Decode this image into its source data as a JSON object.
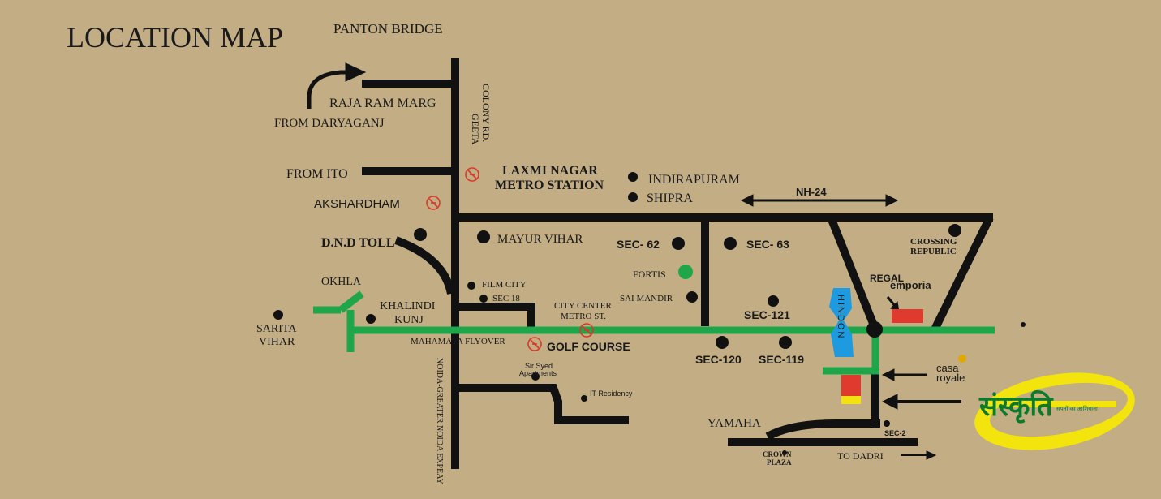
{
  "title": "LOCATION MAP",
  "labels": {
    "panton_bridge": "PANTON BRIDGE",
    "raja_ram_marg": "RAJA RAM MARG",
    "from_daryaganj": "FROM DARYAGANJ",
    "geeta_colony_1": "GEETA",
    "geeta_colony_2": "COLONY RD.",
    "from_ito": "FROM ITO",
    "laxmi_nagar_1": "LAXMI NAGAR",
    "laxmi_nagar_2": "METRO STATION",
    "indirapuram": "INDIRAPURAM",
    "shipra": "SHIPRA",
    "nh24": "NH-24",
    "akshardham": "AKSHARDHAM",
    "dnd_toll": "D.N.D TOLL",
    "mayur_vihar": "MAYUR VIHAR",
    "sec62": "SEC- 62",
    "sec63": "SEC- 63",
    "crossing_republic_1": "CROSSING",
    "crossing_republic_2": "REPUBLIC",
    "fortis": "FORTIS",
    "regal": "REGAL",
    "emporia": "emporia",
    "okhla": "OKHLA",
    "film_city": "FILM CITY",
    "sec18": "SEC 18",
    "sai_mandir": "SAI MANDIR",
    "khalindi_kunj_1": "KHALINDI",
    "khalindi_kunj_2": "KUNJ",
    "city_center_1": "CITY CENTER",
    "city_center_2": "METRO ST.",
    "sec121": "SEC-121",
    "hindon": "HINDON",
    "sarita_vihar_1": "SARITA",
    "sarita_vihar_2": "VIHAR",
    "mahamaya": "MAHAMAYA FLYOVER",
    "golf_course": "GOLF COURSE",
    "sec120": "SEC-120",
    "sec119": "SEC-119",
    "noida_expressway": "NOIDA-GREATER NOIDA EXPEAY",
    "sir_syed_1": "Sir Syed",
    "sir_syed_2": "Apartments",
    "it_residency": "IT Residency",
    "casa": "casa",
    "royale": "royale",
    "yamaha": "YAMAHA",
    "sec2": "SEC-2",
    "crown_plaza_1": "CROWN",
    "crown_plaza_2": "PLAZA",
    "to_dadri": "TO DADRI",
    "brand": "संस्कृति",
    "brand_tagline": "सपनों का आशियाना"
  },
  "colors": {
    "background": "#c2ad84",
    "road": "#111111",
    "green_road": "#1fa64a",
    "river": "#1e9be0",
    "metro_icon": "#d63a2a",
    "project_red": "#e03a2e",
    "project_yellow": "#f4e20e",
    "brand_green": "#0b7a2a",
    "brand_yellow": "#f2e40c"
  },
  "icons": {
    "metro": "metro-station-icon",
    "arrow": "arrow-icon"
  }
}
